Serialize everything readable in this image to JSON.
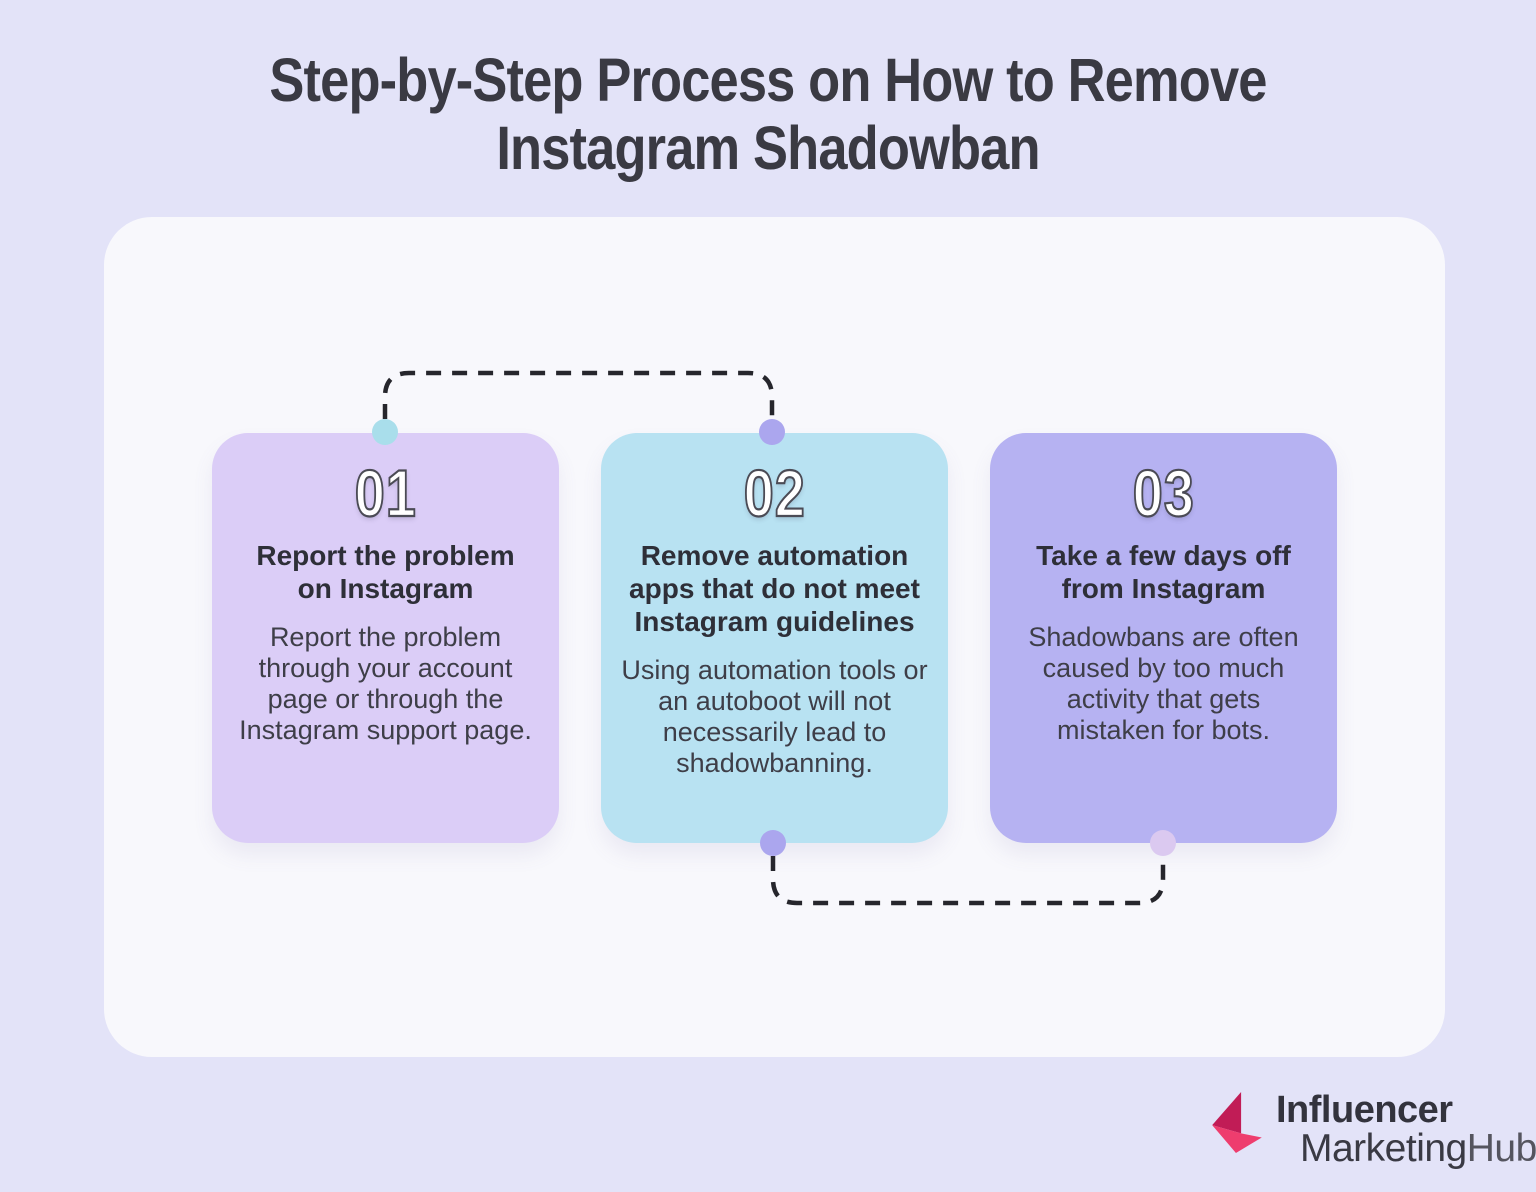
{
  "title": {
    "lines": [
      "Step-by-Step Process on How to Remove",
      "Instagram Shadowban"
    ]
  },
  "steps": [
    {
      "number": "01",
      "heading_lines": [
        "Report the problem",
        "on Instagram"
      ],
      "body": "Report the problem through your account page or through the Instagram support page.",
      "card_color": "#DBCDF7",
      "dot_top_color": "#A9DEEB"
    },
    {
      "number": "02",
      "heading_lines": [
        "Remove automation",
        "apps that do not meet",
        "Instagram guidelines"
      ],
      "body": "Using automation tools or an autoboot will not necessarily lead to shadowbanning.",
      "card_color": "#B8E2F2",
      "dot_top_color": "#ABA6EE",
      "dot_bottom_color": "#ABA6EE"
    },
    {
      "number": "03",
      "heading_lines": [
        "Take a few days off",
        "from Instagram"
      ],
      "body": "Shadowbans are often caused by too much activity that gets mistaken for bots.",
      "card_color": "#B6B2F2",
      "dot_bottom_color": "#DBC9F0"
    }
  ],
  "logo": {
    "line1": "Influencer",
    "line2_part1": "Marketing",
    "line2_part2": "Hub",
    "mark_dark": "#C11C56",
    "mark_pink": "#EE3D6E"
  },
  "colors": {
    "background": "#E3E3F8",
    "panel": "#F8F8FC",
    "title_text": "#3A3A43",
    "heading_text": "#2E2F38",
    "body_text": "#3E3E48",
    "connector_dash": "#26262C"
  }
}
